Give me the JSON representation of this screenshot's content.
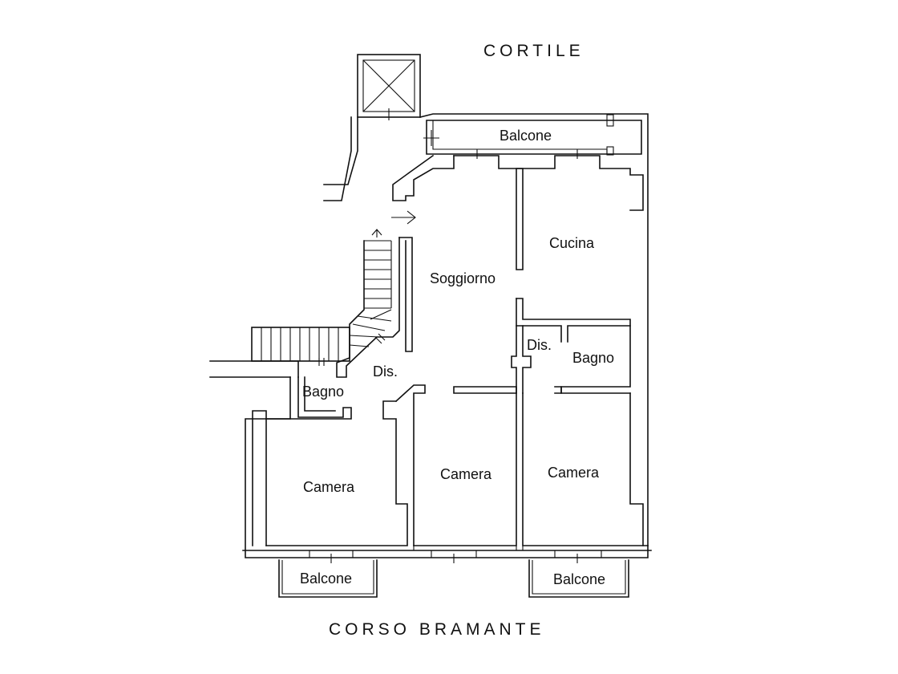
{
  "streets": {
    "top": "CORTILE",
    "bottom": "CORSO BRAMANTE"
  },
  "rooms": {
    "balcone_top": "Balcone",
    "cucina": "Cucina",
    "soggiorno": "Soggiorno",
    "dis_left": "Dis.",
    "dis_right": "Dis.",
    "bagno_left": "Bagno",
    "bagno_right": "Bagno",
    "camera_left": "Camera",
    "camera_mid": "Camera",
    "camera_right": "Camera",
    "balcone_bottom_left": "Balcone",
    "balcone_bottom_right": "Balcone"
  }
}
